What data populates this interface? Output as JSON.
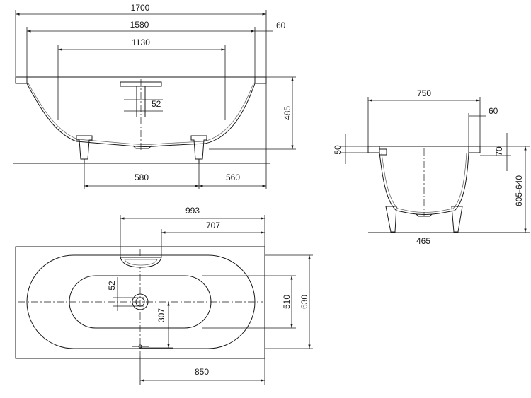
{
  "side_view": {
    "total_length": "1700",
    "inner_length": "1580",
    "rim_width": "60",
    "bottom_length": "1130",
    "drain_height": "52",
    "height": "485",
    "left_foot_distance": "580",
    "right_foot_distance": "560"
  },
  "end_view": {
    "width": "750",
    "rim_width": "60",
    "rim_height_left": "50",
    "rim_height_right": "70",
    "height_range": "605-640",
    "foot_width": "465"
  },
  "plan_view": {
    "drain_position": "993",
    "overflow_position": "707",
    "drain_size": "52",
    "drain_offset": "307",
    "inner_width": "510",
    "total_width": "630",
    "bottom_length": "850"
  }
}
